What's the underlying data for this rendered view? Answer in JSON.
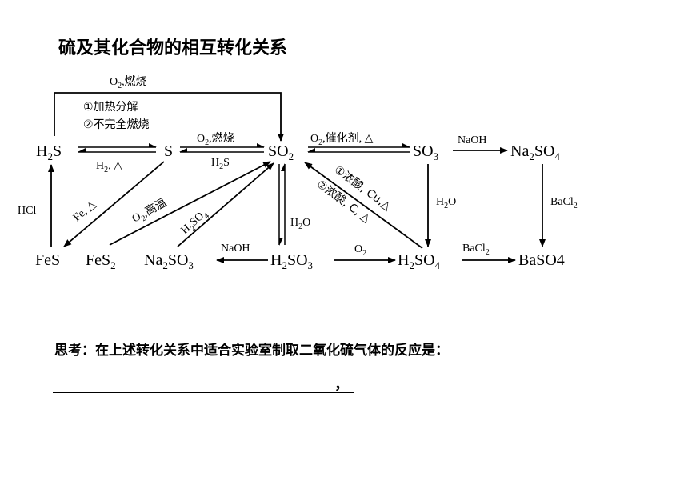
{
  "title": "硫及其化合物的相互转化关系",
  "species": {
    "h2s": [
      "H",
      "2",
      "S"
    ],
    "s": "S",
    "so2": [
      "SO",
      "2"
    ],
    "so3": [
      "SO",
      "3"
    ],
    "na2so4": [
      "Na",
      "2",
      "SO",
      "4"
    ],
    "fes": "FeS",
    "fes2": [
      "FeS",
      "2"
    ],
    "na2so3": [
      "Na",
      "2",
      "SO",
      "3"
    ],
    "h2so3": [
      "H",
      "2",
      "SO",
      "3"
    ],
    "h2so4": [
      "H",
      "2",
      "SO",
      "4"
    ],
    "baso4": "BaSO4"
  },
  "labels": {
    "top_o2": "O",
    "top_o2_sub": "2",
    "top_burn": ",燃烧",
    "h2s_to_so2_1": "①加热分解",
    "h2s_to_so2_2": "②不完全燃烧",
    "s_h2s_fwd_o": "",
    "h2_heat_h": "H",
    "h2_heat_sub": "2",
    "h2_heat_rest": ", △",
    "s_so2_o": "O",
    "s_so2_sub": "2",
    "s_so2_rest": ",燃烧",
    "so2_s_h": "H",
    "so2_s_sub": "2",
    "so2_s_rest": "S",
    "so2_so3_o": "O",
    "so2_so3_sub": "2",
    "so2_so3_rest": ",催化剂, △",
    "naoh1": "NaOH",
    "hcl": "HCl",
    "fe_heat": "Fe, △",
    "fes2_o2_o": "O",
    "fes2_o2_sub": "2",
    "fes2_o2_rest": ",高温",
    "h2so4_diag_h": "H",
    "h2so4_diag_sub1": "2",
    "h2so4_diag_so": "SO",
    "h2so4_diag_sub2": "4",
    "conc_cu": "①浓酸, Cu,△",
    "conc_c": "②浓酸, C, △",
    "h2o_left_h": "H",
    "h2o_left_sub": "2",
    "h2o_left_o": "O",
    "h2o_right_h": "H",
    "h2o_right_sub": "2",
    "h2o_right_o": "O",
    "bacl2_right_ba": "BaCl",
    "bacl2_right_sub": "2",
    "naoh2": "NaOH",
    "o2_bottom_o": "O",
    "o2_bottom_sub": "2",
    "bacl2_bottom_ba": "BaCl",
    "bacl2_bottom_sub": "2"
  },
  "question": "思考：在上述转化关系中适合实验室制取二氧化硫气体的反应是：",
  "answer_comma": "，"
}
